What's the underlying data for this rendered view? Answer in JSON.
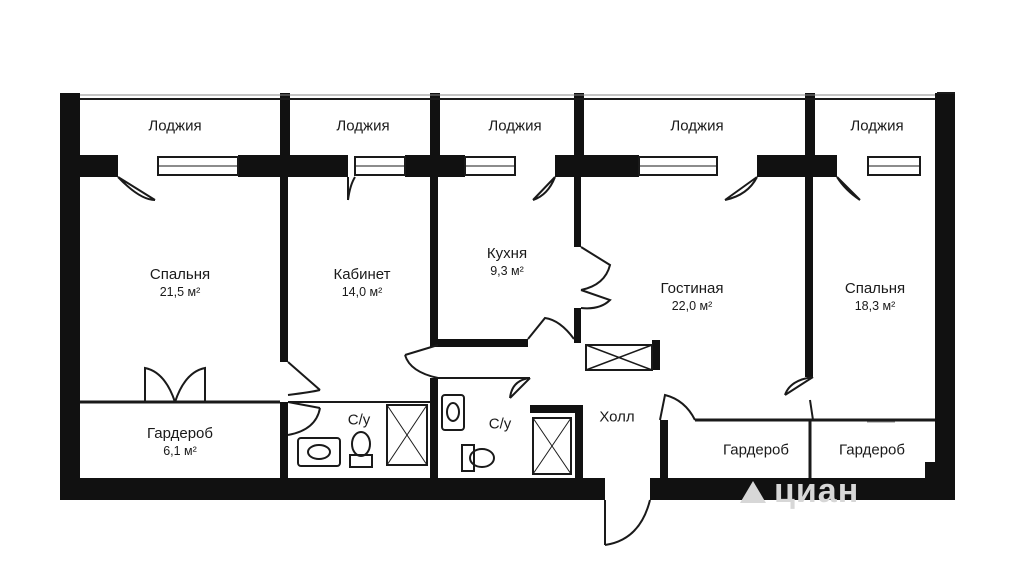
{
  "rooms": {
    "loggia_1": {
      "name": "Лоджия"
    },
    "loggia_2": {
      "name": "Лоджия"
    },
    "loggia_3": {
      "name": "Лоджия"
    },
    "loggia_4": {
      "name": "Лоджия"
    },
    "loggia_5": {
      "name": "Лоджия"
    },
    "bedroom_left": {
      "name": "Спальня",
      "area": "21,5 м²"
    },
    "study": {
      "name": "Кабинет",
      "area": "14,0 м²"
    },
    "kitchen": {
      "name": "Кухня",
      "area": "9,3 м²"
    },
    "living_room": {
      "name": "Гостиная",
      "area": "22,0 м²"
    },
    "bedroom_right": {
      "name": "Спальня",
      "area": "18,3 м²"
    },
    "wardrobe_left": {
      "name": "Гардероб",
      "area": "6,1 м²"
    },
    "bathroom_1": {
      "name": "С/у"
    },
    "bathroom_2": {
      "name": "С/у"
    },
    "hall": {
      "name": "Холл"
    },
    "wardrobe_mid": {
      "name": "Гардероб"
    },
    "wardrobe_right": {
      "name": "Гардероб"
    }
  },
  "watermark": {
    "text": "циан",
    "icon": "cian-logo-icon"
  },
  "colors": {
    "wall": "#111111",
    "line": "#1a1a1a",
    "background": "#ffffff",
    "watermark": "#d7d7d7"
  }
}
